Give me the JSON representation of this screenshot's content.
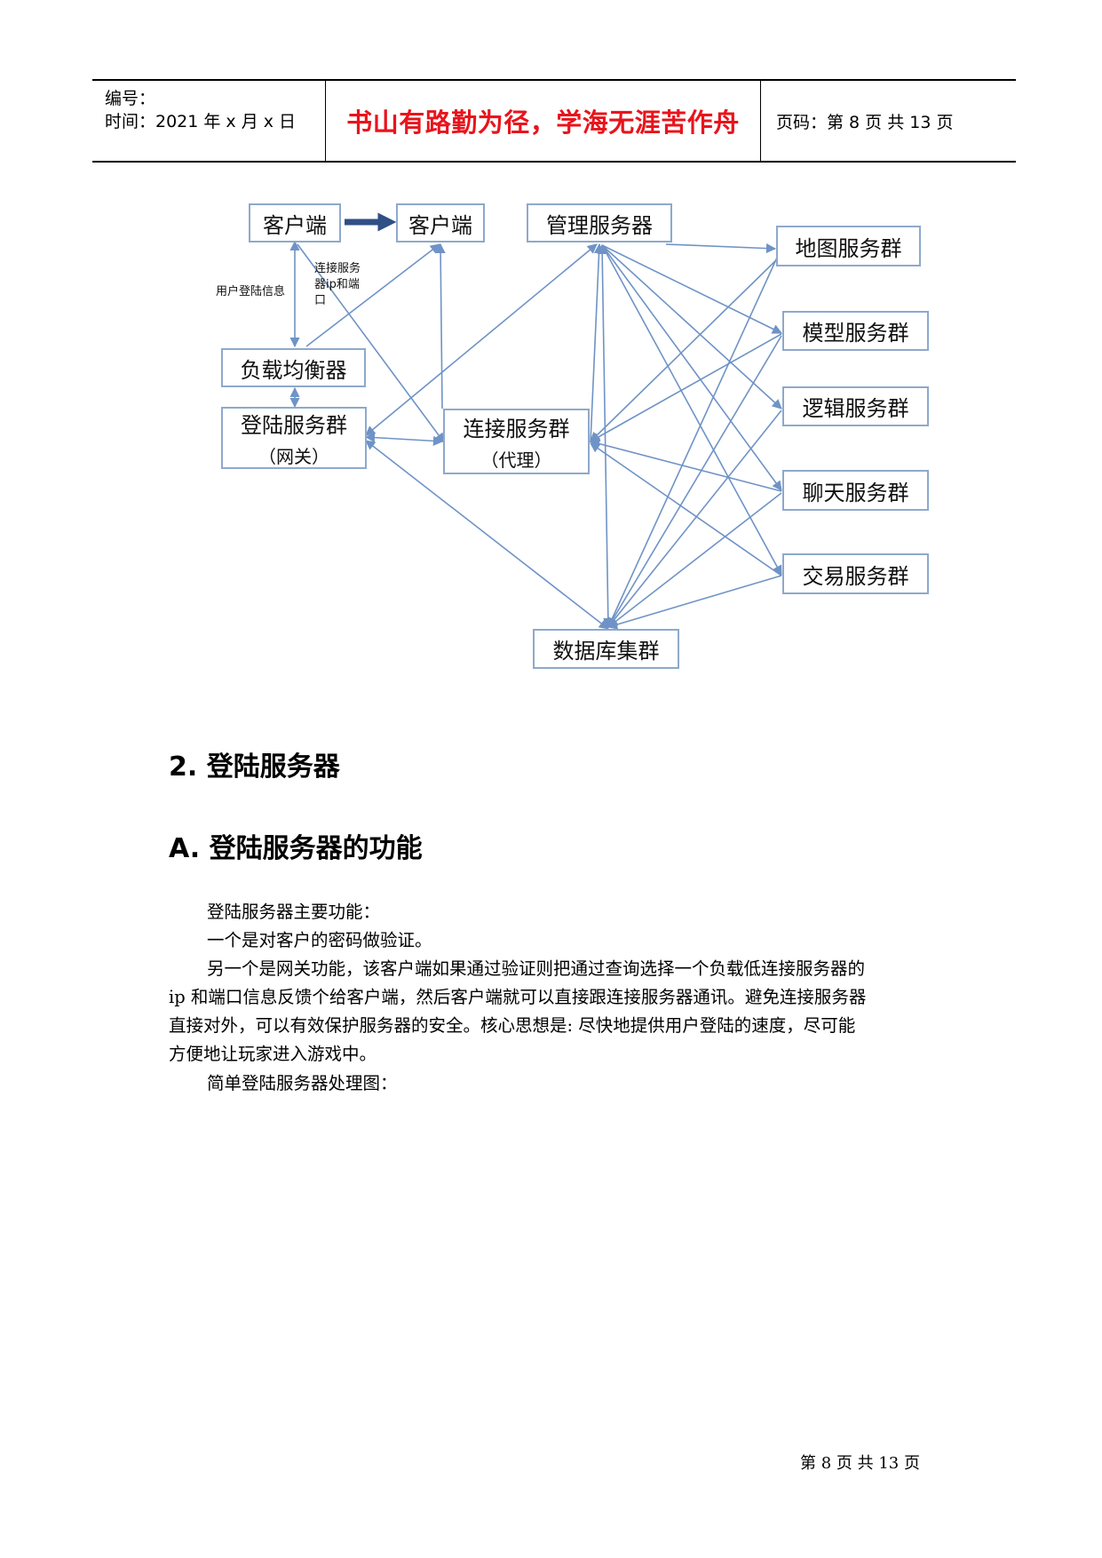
{
  "header": {
    "number_label": "编号：",
    "time_label": "时间：2021 年 x 月 x 日",
    "motto": "书山有路勤为径，学海无涯苦作舟",
    "page_code": "页码：第 8 页  共 13 页"
  },
  "diagram": {
    "nodes": {
      "client1": "客户端",
      "client2": "客户端",
      "mgmt": "管理服务器",
      "map": "地图服务群",
      "model": "模型服务群",
      "logic": "逻辑服务群",
      "chat": "聊天服务群",
      "trade": "交易服务群",
      "lb": "负载均衡器",
      "login": "登陆服务群",
      "login_sub": "（网关）",
      "conn": "连接服务群",
      "conn_sub": "（代理）",
      "db": "数据库集群"
    },
    "notes": {
      "user_login": "用户登陆信息",
      "conn_info_1": "连接服务",
      "conn_info_2": "器ip和端",
      "conn_info_3": "口"
    }
  },
  "section": {
    "heading_2": "2.  登陆服务器",
    "heading_a": "A.  登陆服务器的功能",
    "paragraphs": [
      "登陆服务器主要功能：",
      "一个是对客户的密码做验证。",
      "另一个是网关功能，该客户端如果通过验证则把通过查询选择一个负载低连接服务器的",
      "ip 和端口信息反馈个给客户端，然后客户端就可以直接跟连接服务器通讯。避免连接服务器",
      "直接对外，可以有效保护服务器的安全。核心思想是: 尽快地提供用户登陆的速度，尽可能",
      "方便地让玩家进入游戏中。",
      "简单登陆服务器处理图："
    ]
  },
  "footer": {
    "text": "第  8  页  共  13  页"
  }
}
